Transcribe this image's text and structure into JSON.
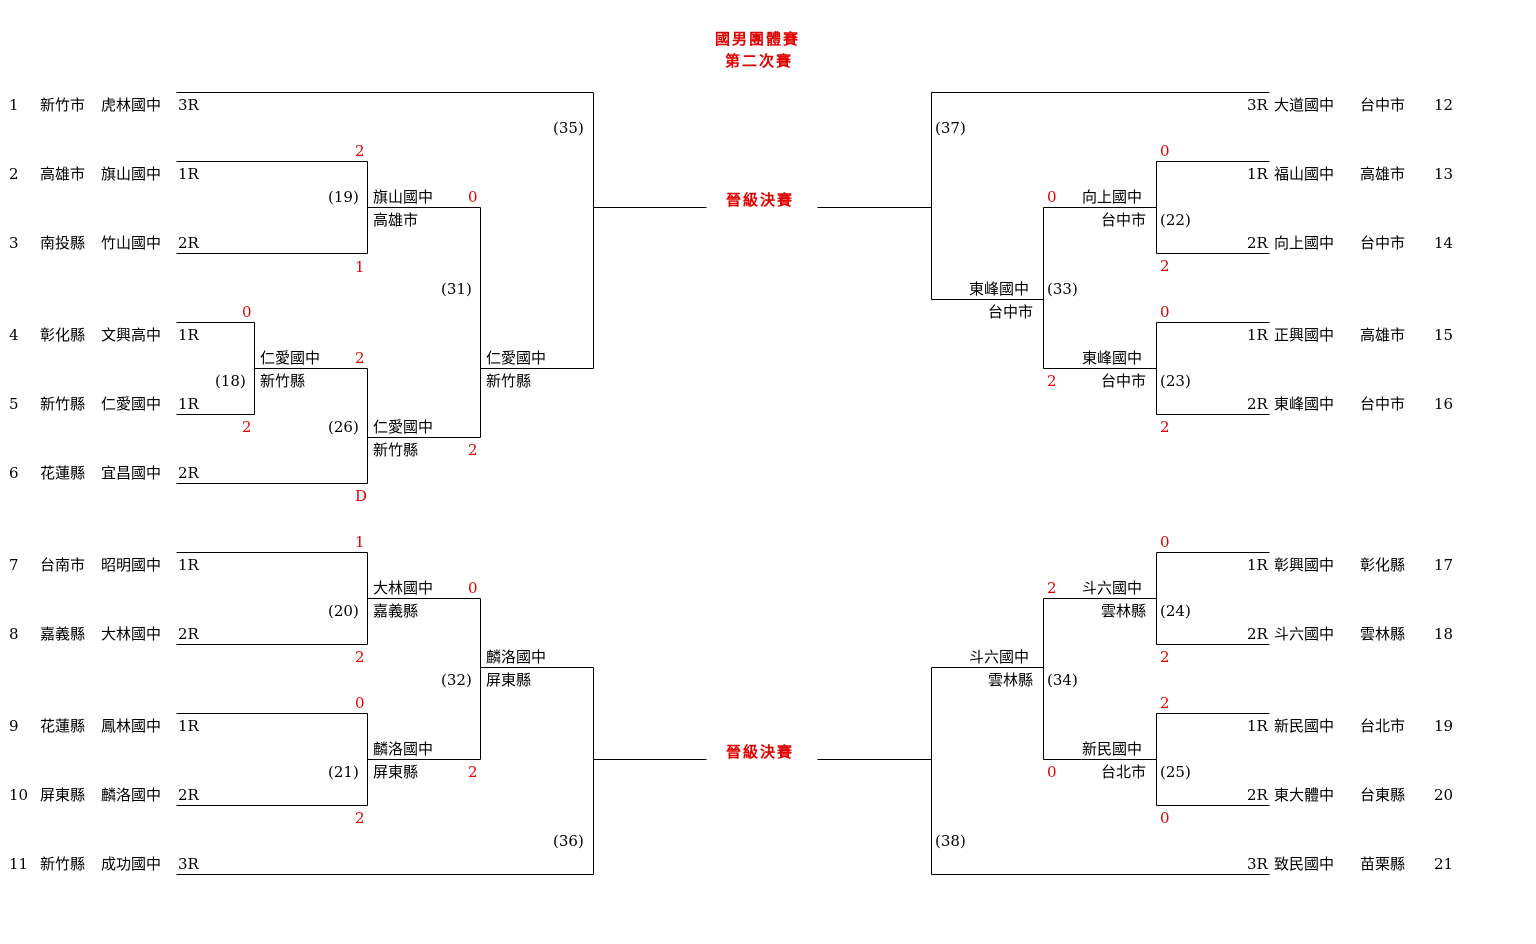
{
  "title": {
    "line1": "國男團體賽",
    "line2": "第二次賽"
  },
  "final_label": "晉級決賽",
  "left_entries": [
    {
      "no": "1",
      "county": "新竹市",
      "school": "虎林國中",
      "seed": "3R"
    },
    {
      "no": "2",
      "county": "高雄市",
      "school": "旗山國中",
      "seed": "1R"
    },
    {
      "no": "3",
      "county": "南投縣",
      "school": "竹山國中",
      "seed": "2R"
    },
    {
      "no": "4",
      "county": "彰化縣",
      "school": "文興高中",
      "seed": "1R"
    },
    {
      "no": "5",
      "county": "新竹縣",
      "school": "仁愛國中",
      "seed": "1R"
    },
    {
      "no": "6",
      "county": "花蓮縣",
      "school": "宜昌國中",
      "seed": "2R"
    },
    {
      "no": "7",
      "county": "台南市",
      "school": "昭明國中",
      "seed": "1R"
    },
    {
      "no": "8",
      "county": "嘉義縣",
      "school": "大林國中",
      "seed": "2R"
    },
    {
      "no": "9",
      "county": "花蓮縣",
      "school": "鳳林國中",
      "seed": "1R"
    },
    {
      "no": "10",
      "county": "屏東縣",
      "school": "麟洛國中",
      "seed": "2R"
    },
    {
      "no": "11",
      "county": "新竹縣",
      "school": "成功國中",
      "seed": "3R"
    }
  ],
  "right_entries": [
    {
      "no": "12",
      "school": "大道國中",
      "county": "台中市",
      "seed": "3R"
    },
    {
      "no": "13",
      "school": "福山國中",
      "county": "高雄市",
      "seed": "1R"
    },
    {
      "no": "14",
      "school": "向上國中",
      "county": "台中市",
      "seed": "2R"
    },
    {
      "no": "15",
      "school": "正興國中",
      "county": "高雄市",
      "seed": "1R"
    },
    {
      "no": "16",
      "school": "東峰國中",
      "county": "台中市",
      "seed": "2R"
    },
    {
      "no": "17",
      "school": "彰興國中",
      "county": "彰化縣",
      "seed": "1R"
    },
    {
      "no": "18",
      "school": "斗六國中",
      "county": "雲林縣",
      "seed": "2R"
    },
    {
      "no": "19",
      "school": "新民國中",
      "county": "台北市",
      "seed": "1R"
    },
    {
      "no": "20",
      "school": "東大體中",
      "county": "台東縣",
      "seed": "2R"
    },
    {
      "no": "21",
      "school": "致民國中",
      "county": "苗栗縣",
      "seed": "3R"
    }
  ],
  "match_numbers": {
    "m18": "(18)",
    "m19": "(19)",
    "m20": "(20)",
    "m21": "(21)",
    "m22": "(22)",
    "m23": "(23)",
    "m24": "(24)",
    "m25": "(25)",
    "m26": "(26)",
    "m31": "(31)",
    "m32": "(32)",
    "m33": "(33)",
    "m34": "(34)",
    "m35": "(35)",
    "m36": "(36)",
    "m37": "(37)",
    "m38": "(38)"
  },
  "scores": {
    "m19_top": "2",
    "m19_bot": "1",
    "m18_top": "0",
    "m18_bot": "2",
    "m26_top": "2",
    "m26_bot": "D",
    "m31_top": "0",
    "m31_bot": "2",
    "m20_top": "1",
    "m20_bot": "2",
    "m21_top": "0",
    "m21_bot": "2",
    "m32_top": "0",
    "m32_bot": "2",
    "m22_top": "0",
    "m22_bot": "2",
    "m23_top": "0",
    "m23_bot": "2",
    "m33_top": "0",
    "m33_bot": "2",
    "m24_top": "0",
    "m24_bot": "2",
    "m25_top": "2",
    "m25_bot": "0",
    "m34_top": "2",
    "m34_bot": "0"
  },
  "winners": {
    "w19": {
      "school": "旗山國中",
      "county": "高雄市"
    },
    "w18": {
      "school": "仁愛國中",
      "county": "新竹縣"
    },
    "w26": {
      "school": "仁愛國中",
      "county": "新竹縣"
    },
    "w31": {
      "school": "仁愛國中",
      "county": "新竹縣"
    },
    "w20": {
      "school": "大林國中",
      "county": "嘉義縣"
    },
    "w21": {
      "school": "麟洛國中",
      "county": "屏東縣"
    },
    "w32": {
      "school": "麟洛國中",
      "county": "屏東縣"
    },
    "w22": {
      "school": "向上國中",
      "county": "台中市"
    },
    "w23": {
      "school": "東峰國中",
      "county": "台中市"
    },
    "w33": {
      "school": "東峰國中",
      "county": "台中市"
    },
    "w24": {
      "school": "斗六國中",
      "county": "雲林縣"
    },
    "w25": {
      "school": "新民國中",
      "county": "台北市"
    },
    "w34": {
      "school": "斗六國中",
      "county": "雲林縣"
    }
  },
  "line_color": "#000000",
  "score_color": "#e00000"
}
